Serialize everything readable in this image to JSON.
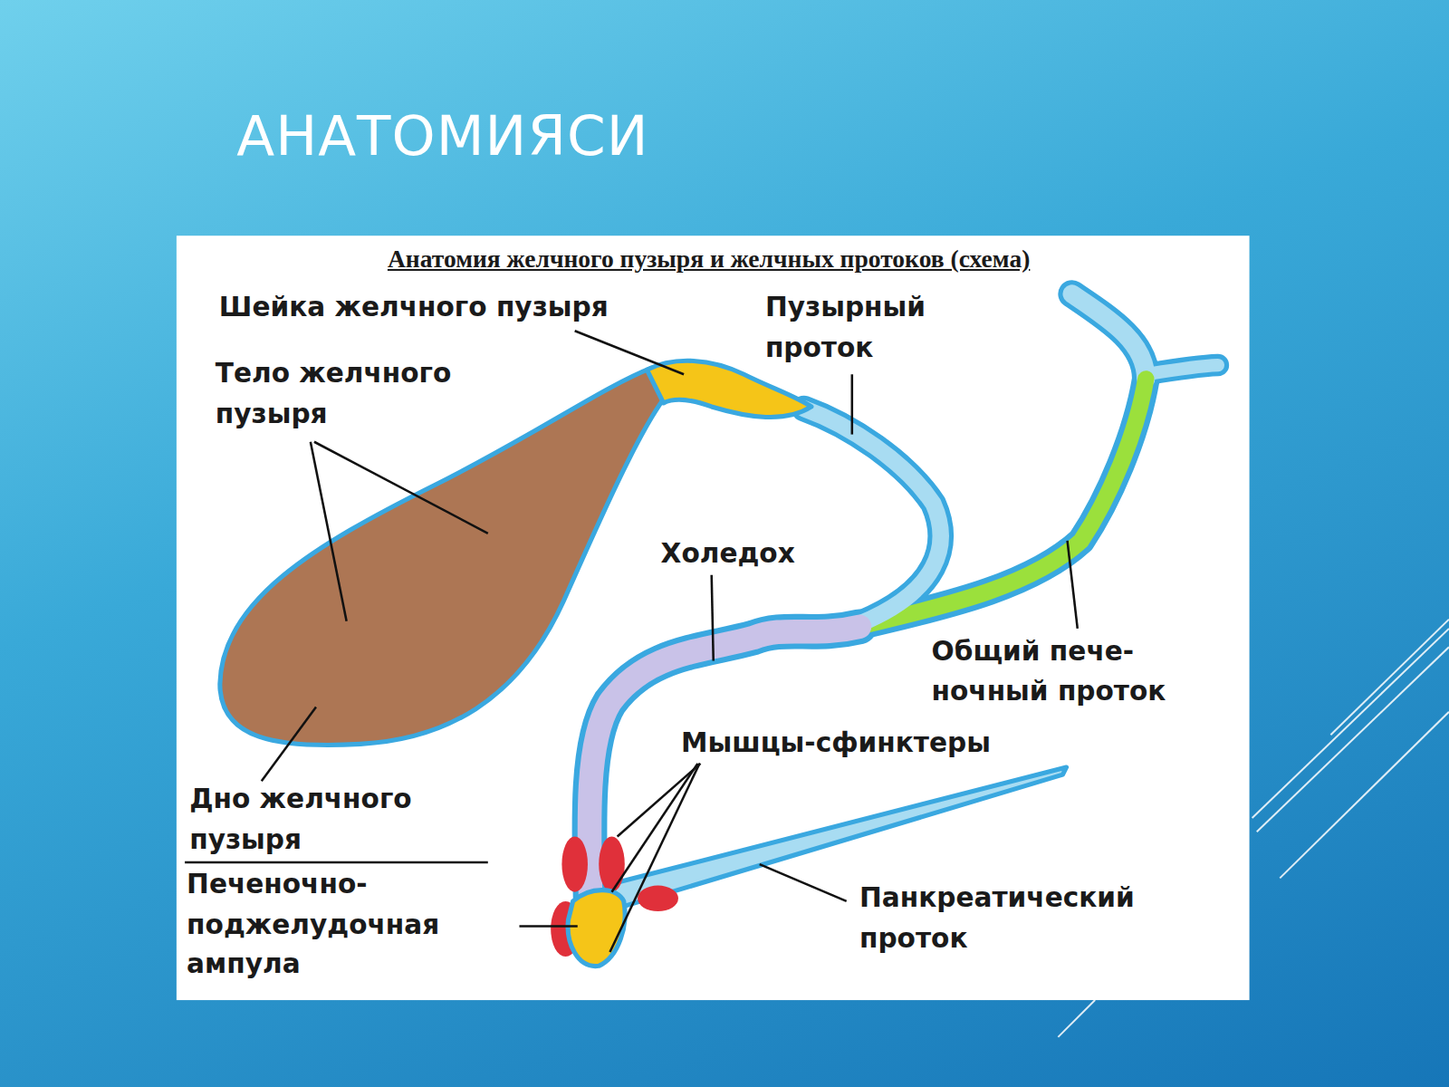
{
  "diagram": {
    "title": "АНАТОМИЯСИ",
    "labels": [
      "Анатомия желчного пузыря и желчных протоков (схема)",
      "Шейка желчного пузыря",
      "Пузырный проток",
      "Тело желчного пузыря",
      "Холедох",
      "Общий пече- ночный проток",
      "Мышцы-сфинктеры",
      "Дно желчного пузыря",
      "Печеночно- поджелудочная ампула",
      "Панкреатический проток"
    ]
  }
}
